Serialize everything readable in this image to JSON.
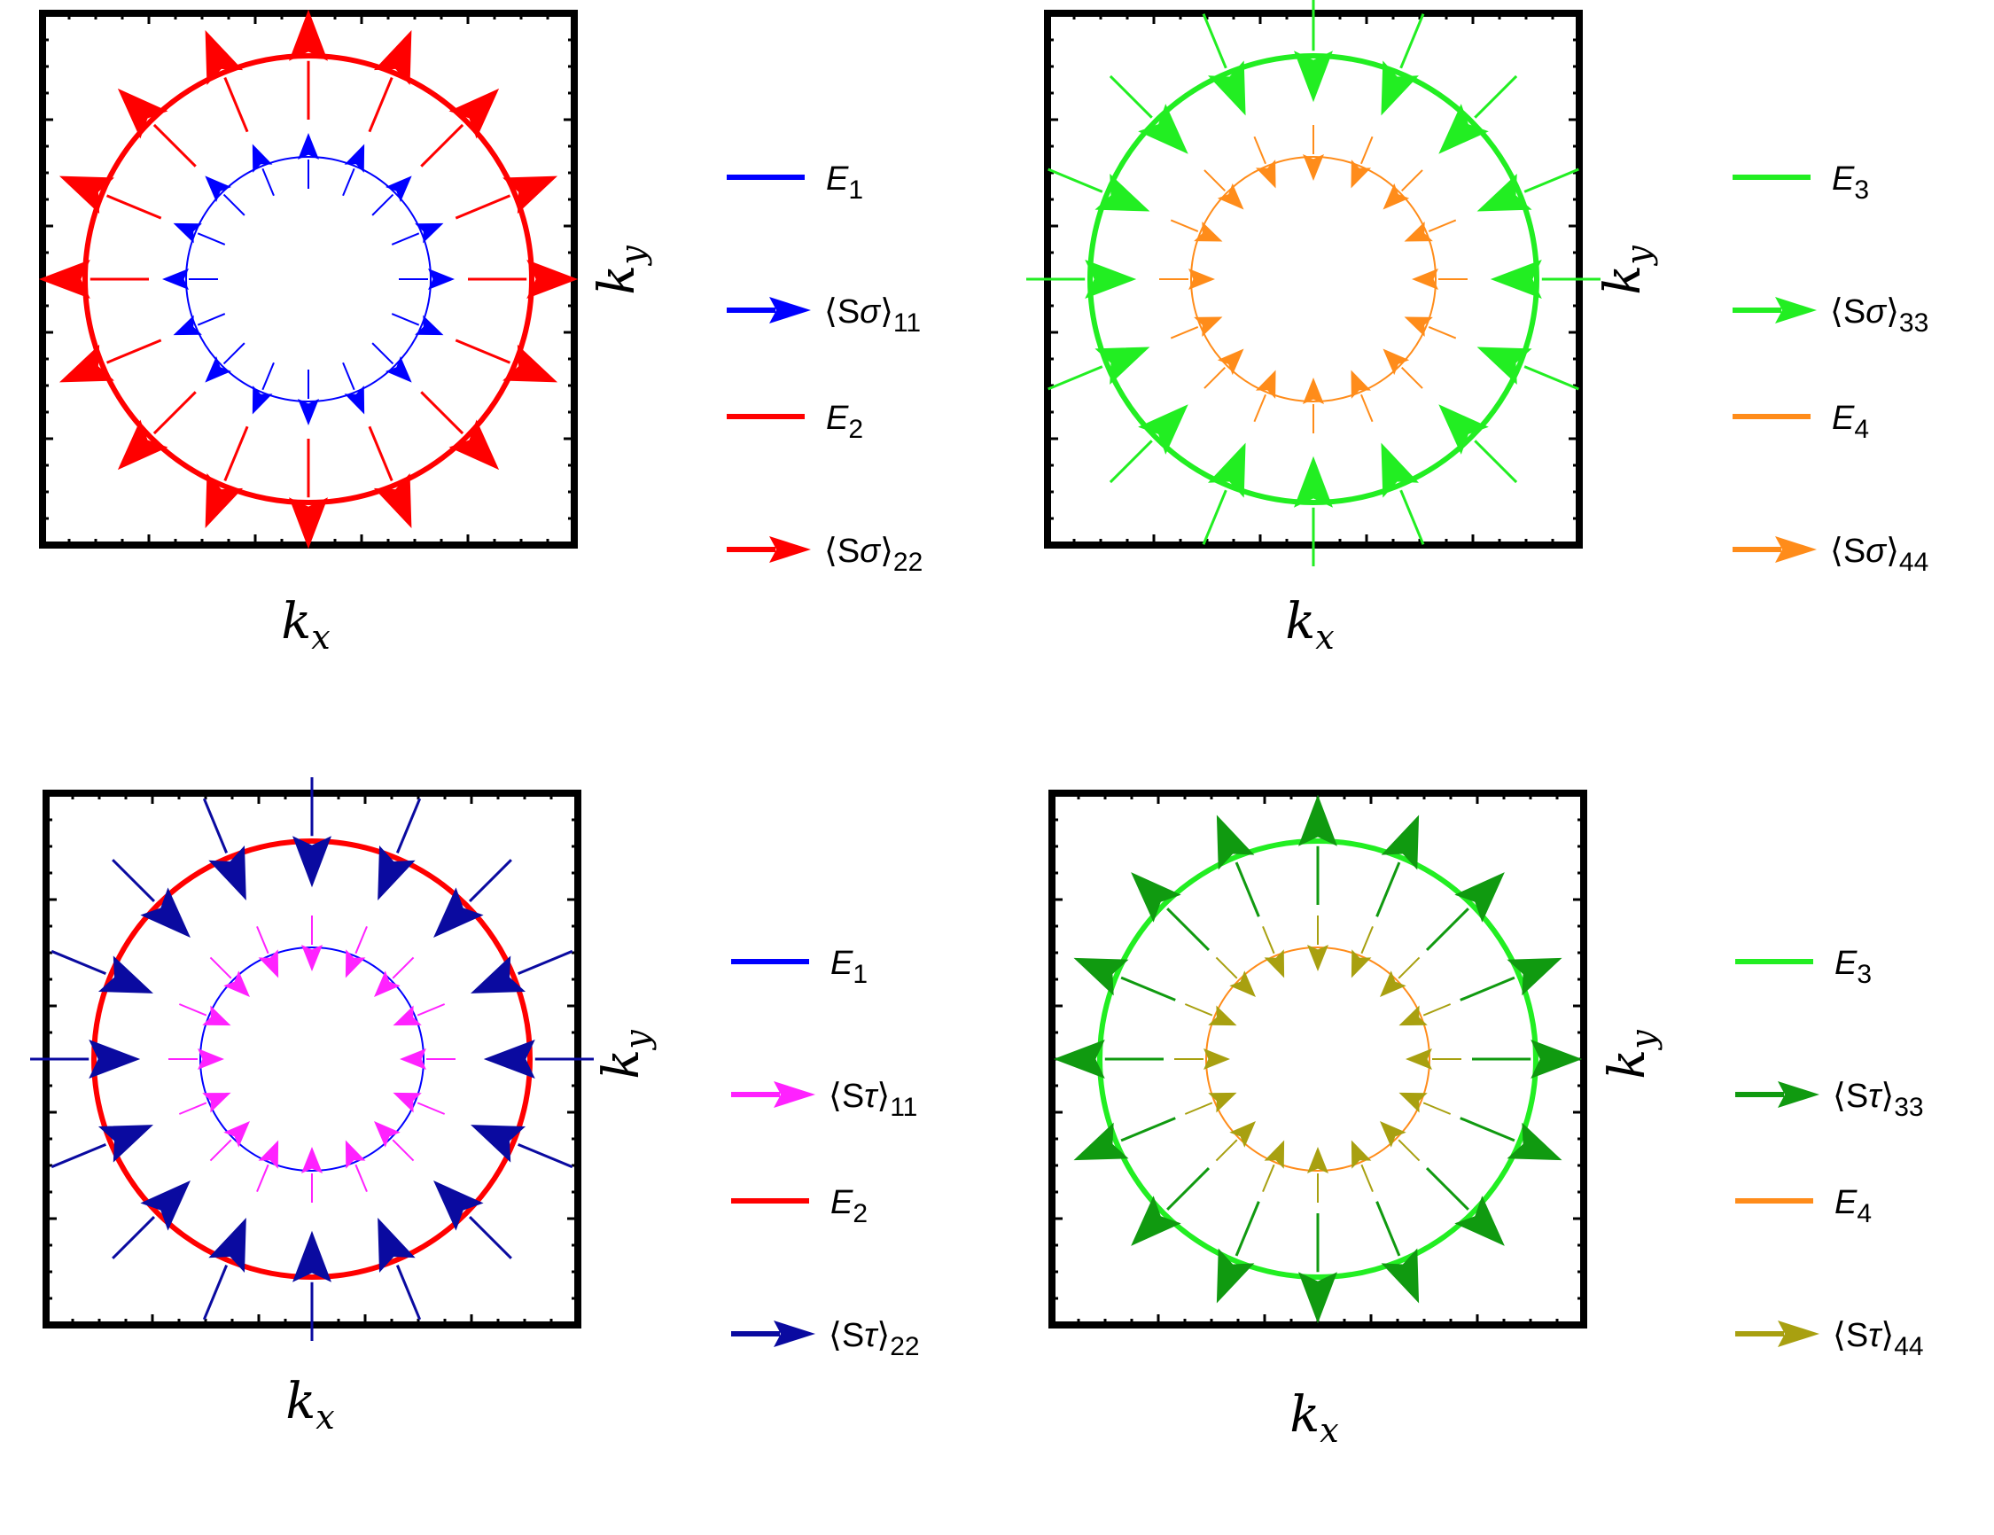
{
  "panels": [
    {
      "id": "top-left",
      "xlabel": "k",
      "xlabel_sub": "x",
      "ylabel": "k",
      "ylabel_sub": "y",
      "inner": {
        "radius_fraction": 0.23,
        "line_color": "#0000ff",
        "arrow_color": "#0000ff",
        "direction": "outward"
      },
      "outer": {
        "radius_fraction": 0.42,
        "line_color": "#ff0000",
        "arrow_color": "#ff0000",
        "direction": "outward"
      },
      "legend": [
        {
          "kind": "line",
          "color": "#0000ff",
          "main": "E",
          "sub": "1"
        },
        {
          "kind": "arrow",
          "color": "#0000ff",
          "main": "⟨S",
          "greek": "σ",
          "close": "⟩",
          "sub": "11"
        },
        {
          "kind": "line",
          "color": "#ff0000",
          "main": "E",
          "sub": "2"
        },
        {
          "kind": "arrow",
          "color": "#ff0000",
          "main": "⟨S",
          "greek": "σ",
          "close": "⟩",
          "sub": "22"
        }
      ]
    },
    {
      "id": "top-right",
      "xlabel": "k",
      "xlabel_sub": "x",
      "ylabel": "k",
      "ylabel_sub": "y",
      "inner": {
        "radius_fraction": 0.23,
        "line_color": "#ff8c1a",
        "arrow_color": "#ff8c1a",
        "direction": "inward"
      },
      "outer": {
        "radius_fraction": 0.42,
        "line_color": "#22ee22",
        "arrow_color": "#22ee22",
        "direction": "inward"
      },
      "legend": [
        {
          "kind": "line",
          "color": "#22ee22",
          "main": "E",
          "sub": "3"
        },
        {
          "kind": "arrow",
          "color": "#22ee22",
          "main": "⟨S",
          "greek": "σ",
          "close": "⟩",
          "sub": "33"
        },
        {
          "kind": "line",
          "color": "#ff8c1a",
          "main": "E",
          "sub": "4"
        },
        {
          "kind": "arrow",
          "color": "#ff8c1a",
          "main": "⟨S",
          "greek": "σ",
          "close": "⟩",
          "sub": "44"
        }
      ]
    },
    {
      "id": "bottom-left",
      "xlabel": "k",
      "xlabel_sub": "x",
      "ylabel": "k",
      "ylabel_sub": "y",
      "inner": {
        "radius_fraction": 0.21,
        "line_color": "#0000ff",
        "arrow_color": "#ff22ff",
        "direction": "inward"
      },
      "outer": {
        "radius_fraction": 0.41,
        "line_color": "#ff0000",
        "arrow_color": "#0a0aa0",
        "direction": "inward"
      },
      "legend": [
        {
          "kind": "line",
          "color": "#0000ff",
          "main": "E",
          "sub": "1"
        },
        {
          "kind": "arrow",
          "color": "#ff22ff",
          "main": "⟨S",
          "greek": "τ",
          "close": "⟩",
          "sub": "11"
        },
        {
          "kind": "line",
          "color": "#ff0000",
          "main": "E",
          "sub": "2"
        },
        {
          "kind": "arrow",
          "color": "#0a0aa0",
          "main": "⟨S",
          "greek": "τ",
          "close": "⟩",
          "sub": "22"
        }
      ]
    },
    {
      "id": "bottom-right",
      "xlabel": "k",
      "xlabel_sub": "x",
      "ylabel": "k",
      "ylabel_sub": "y",
      "inner": {
        "radius_fraction": 0.21,
        "line_color": "#ff8c1a",
        "arrow_color": "#a8a010",
        "direction": "inward"
      },
      "outer": {
        "radius_fraction": 0.41,
        "line_color": "#22ee22",
        "arrow_color": "#109a10",
        "direction": "outward"
      },
      "legend": [
        {
          "kind": "line",
          "color": "#22ee22",
          "main": "E",
          "sub": "3"
        },
        {
          "kind": "arrow",
          "color": "#109a10",
          "main": "⟨S",
          "greek": "τ",
          "close": "⟩",
          "sub": "33"
        },
        {
          "kind": "line",
          "color": "#ff8c1a",
          "main": "E",
          "sub": "4"
        },
        {
          "kind": "arrow",
          "color": "#a8a010",
          "main": "⟨S",
          "greek": "τ",
          "close": "⟩",
          "sub": "44"
        }
      ]
    }
  ]
}
